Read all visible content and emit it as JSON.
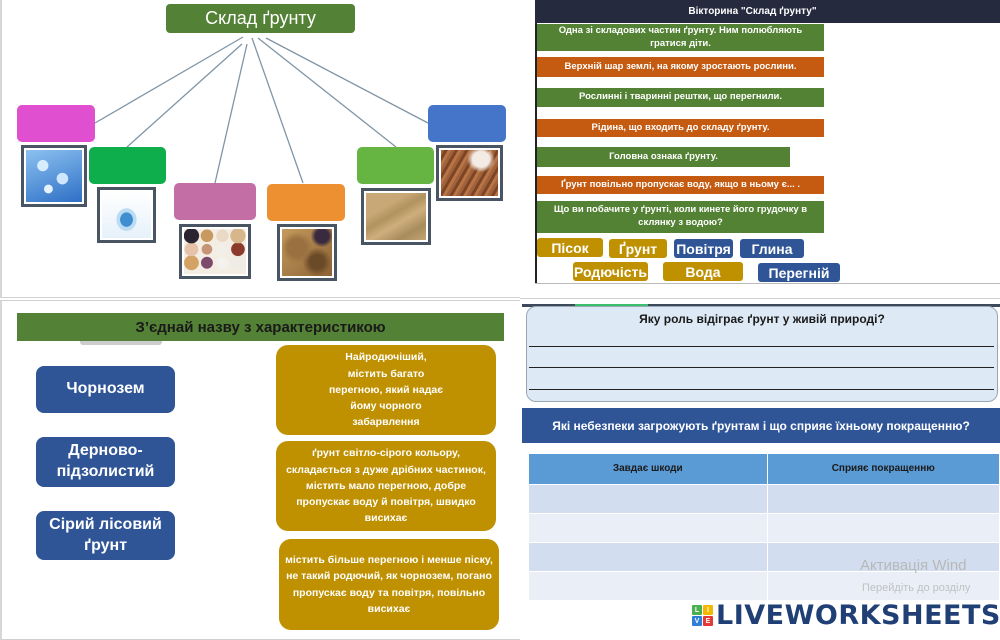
{
  "concept_map": {
    "title": "Склад ґрунту",
    "boxes": [
      {
        "color": "#e04fd0",
        "image": "water-bubbles"
      },
      {
        "color": "#0eae4c",
        "image": "water-splash"
      },
      {
        "color": "#c36fa6",
        "image": "soil-samples"
      },
      {
        "color": "#ec9032",
        "image": "humus"
      },
      {
        "color": "#66b543",
        "image": "sand"
      },
      {
        "color": "#4575c9",
        "image": "clay"
      }
    ]
  },
  "quiz": {
    "header": "Вікторина \"Склад ґрунту\"",
    "questions": [
      {
        "text": "Одна зі складових частин ґрунту. Ним полюбляють гратися діти.",
        "color": "green"
      },
      {
        "text": "Верхній шар землі, на якому зростають рослини.",
        "color": "orange"
      },
      {
        "text": "Рослинні і тваринні рештки, що перегнили.",
        "color": "green"
      },
      {
        "text": "Рідина, що входить до складу ґрунту.",
        "color": "orange"
      },
      {
        "text": "Головна ознака ґрунту.",
        "color": "green"
      },
      {
        "text": "Ґрунт повільно пропускає воду, якщо в ньому є... .",
        "color": "orange"
      },
      {
        "text": "Що ви побачите у ґрунті, коли кинете його грудочку в склянку з водою?",
        "color": "green"
      }
    ],
    "answers": [
      {
        "label": "Пісок",
        "color": "gold"
      },
      {
        "label": "Ґрунт",
        "color": "gold"
      },
      {
        "label": "Повітря",
        "color": "blue"
      },
      {
        "label": "Глина",
        "color": "blue"
      },
      {
        "label": "Родючість",
        "color": "gold"
      },
      {
        "label": "Вода",
        "color": "gold"
      },
      {
        "label": "Перегній",
        "color": "blue"
      }
    ]
  },
  "matching": {
    "title": "З’єднай назву з характеристикою",
    "terms": [
      "Чорнозем",
      "Дерново-підзолистий",
      "Сірий лісовий ґрунт"
    ],
    "descriptions": [
      "Найродючіший, містить багато перегною, який надає йому чорного забарвлення",
      "ґрунт світло-сірого кольору, складається з дуже дрібних частинок, містить мало перегною, добре пропускає воду й повітря, швидко висихає",
      "містить більше перегною і менше піску, не такий родючий, як чорнозем, погано пропускає воду та повітря, повільно висихає"
    ]
  },
  "role_question": {
    "text": "Яку роль відіграє ґрунт у живій природі?",
    "answer_lines": [
      "",
      "",
      ""
    ]
  },
  "dangers": {
    "title": "Які небезпеки загрожують  ґрунтам і що сприяє їхньому покращенню?",
    "columns": [
      "Завдає шкоди",
      "Сприяє покращенню"
    ],
    "rows": [
      [
        "",
        ""
      ],
      [
        "",
        ""
      ],
      [
        "",
        ""
      ],
      [
        "",
        ""
      ]
    ]
  },
  "watermark": {
    "line1": "Активація Wind",
    "line2": "Перейдіть до розділу"
  },
  "logo": {
    "letters": [
      "L",
      "I",
      "V",
      "E"
    ],
    "colors": [
      "#4caf50",
      "#f5b800",
      "#2f7fd8",
      "#e53935"
    ],
    "text": "LIVEWORKSHEETS"
  }
}
